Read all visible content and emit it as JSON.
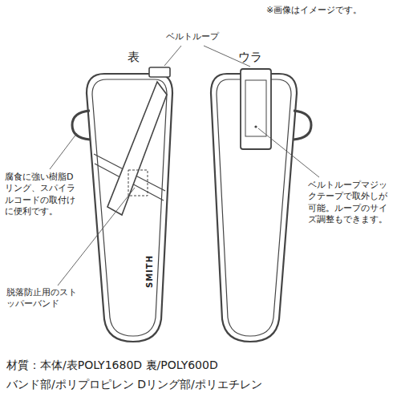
{
  "diagram": {
    "labels": [
      "※画像はイメージです。",
      "ベルトループ",
      "表",
      "ウラ",
      "腐食に強い樹脂Dリング、スパイラルコードの取付けに便利です。",
      "ベルトループマジックテープで取外しが可能。ループのサイズ調整もできます。",
      "SMITH",
      "脱落防止用のストッパーバンド",
      "材質：本体/表POLY1680D 裏/POLY600D",
      "バンド部/ポリプロピレン Dリング部/ポリエチレン"
    ]
  }
}
